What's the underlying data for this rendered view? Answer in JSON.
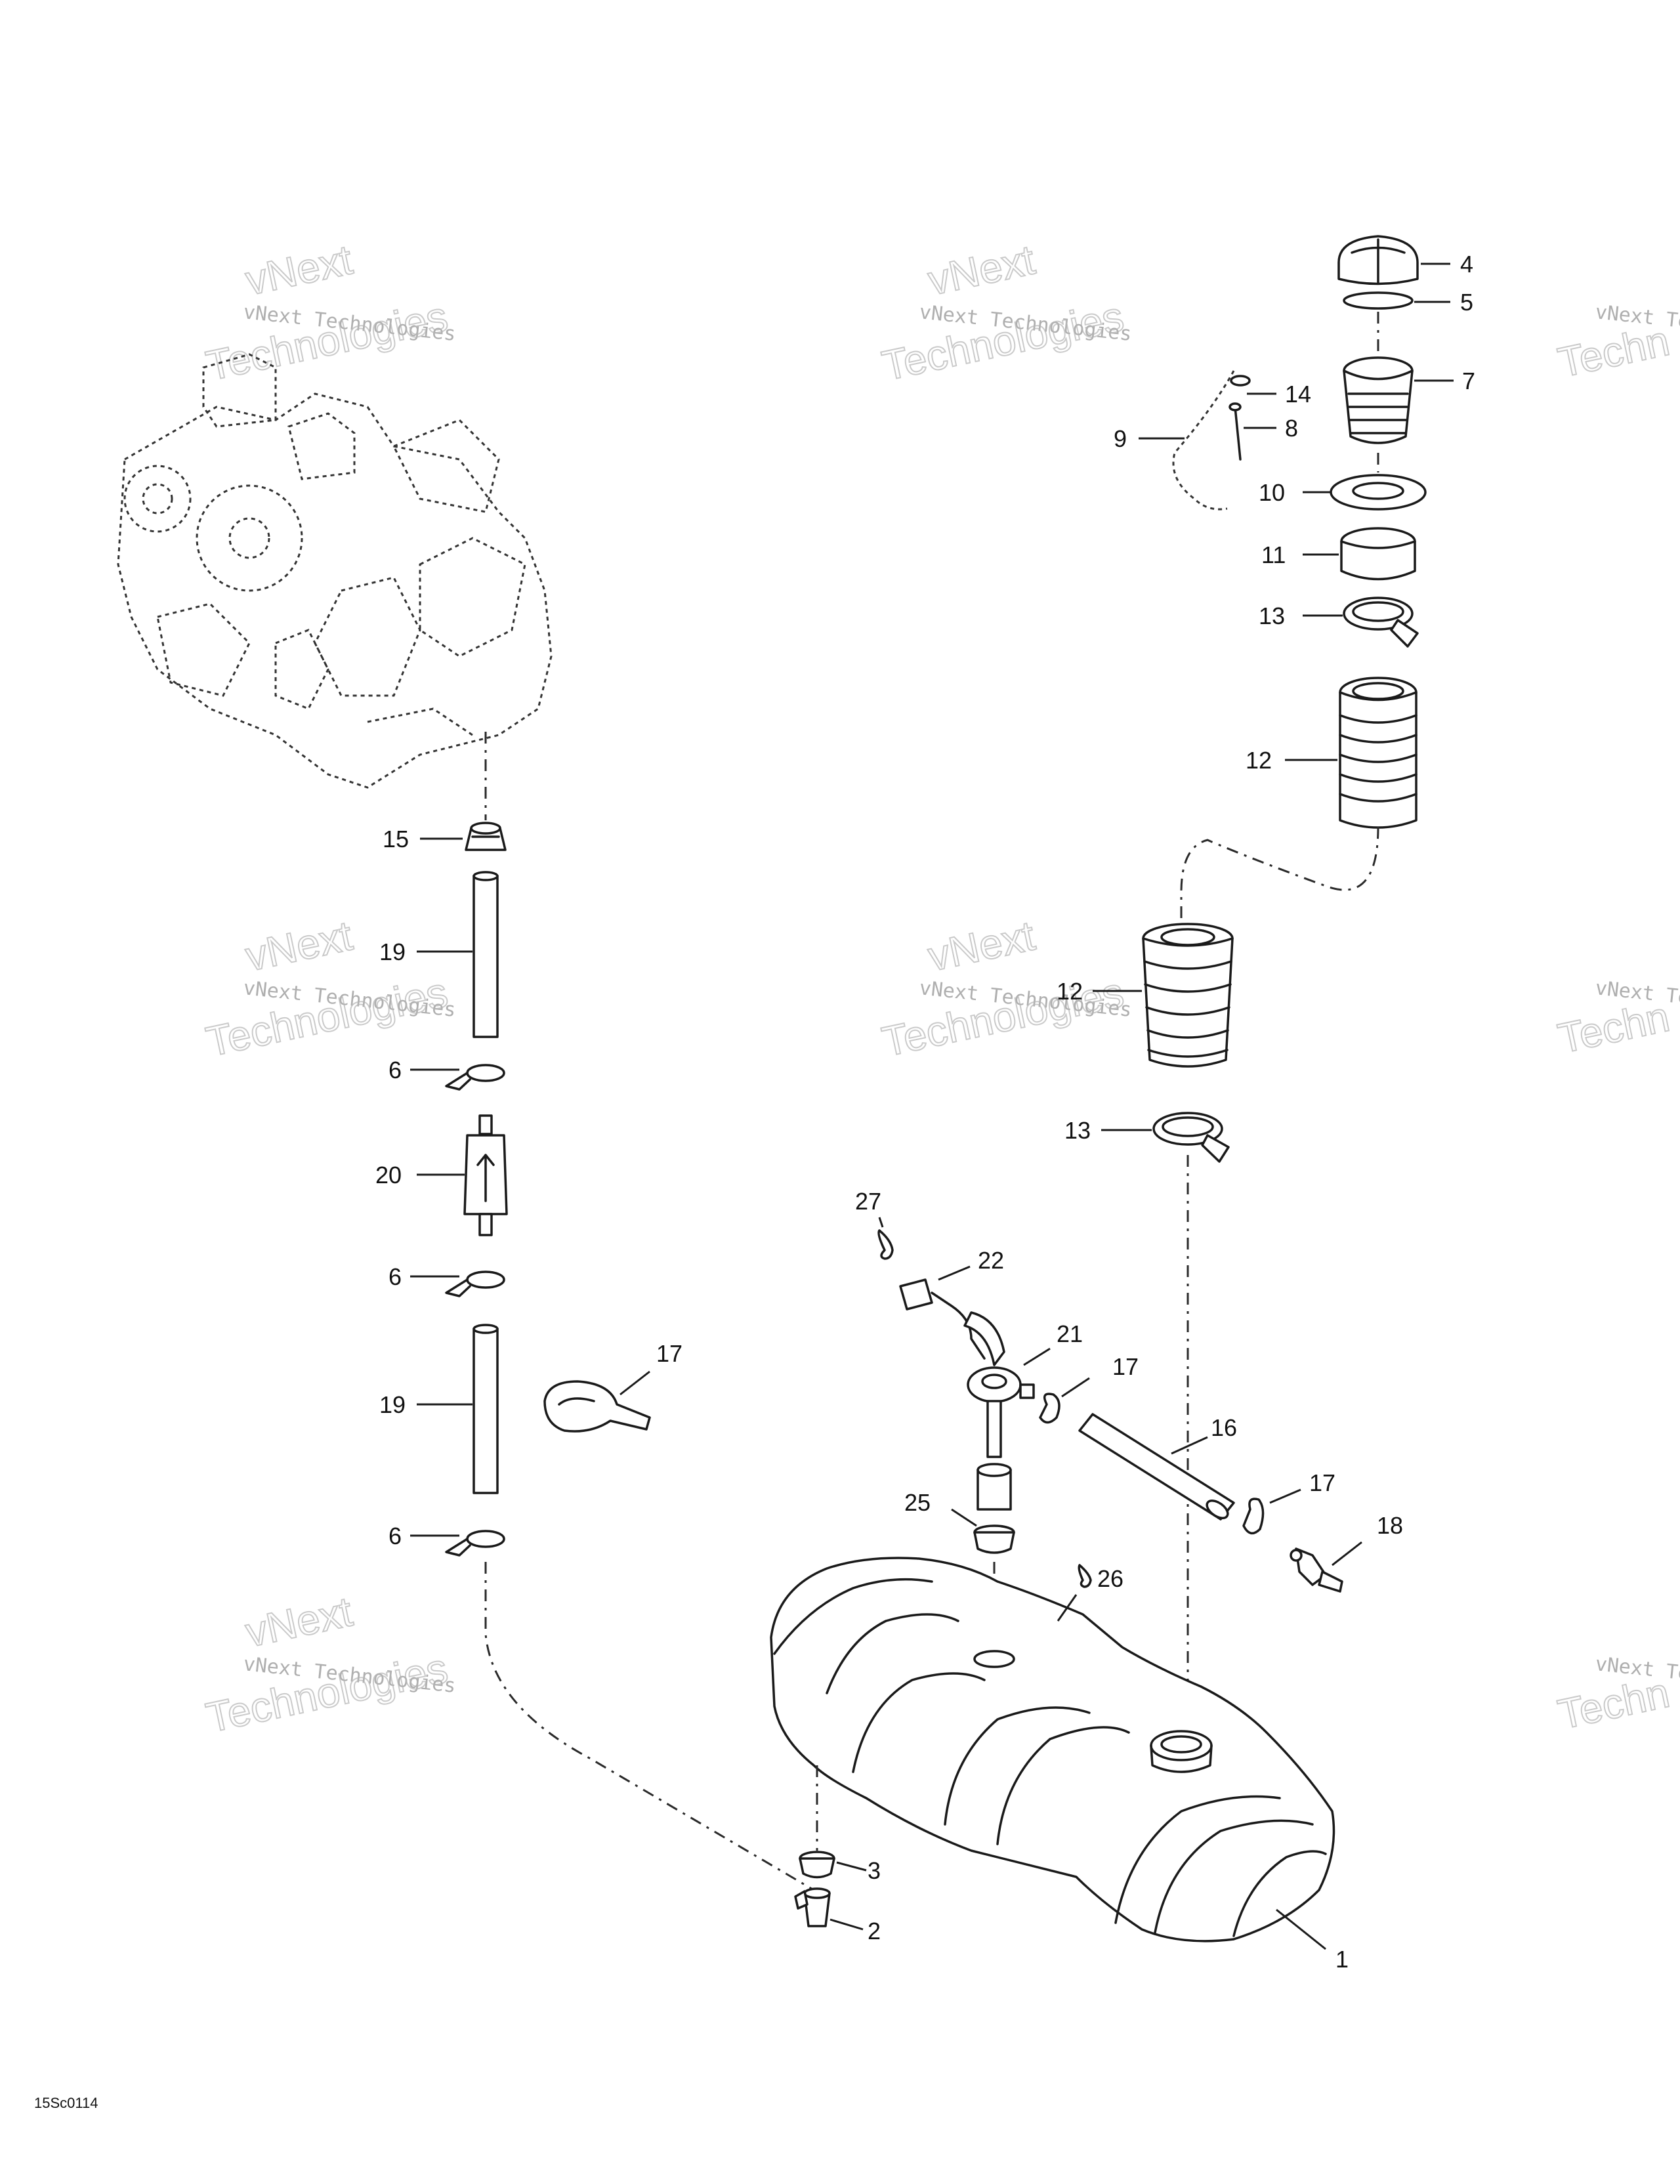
{
  "watermark": {
    "line1": "vNext",
    "line2": "vNext Technologies",
    "line3": "Technologies",
    "cut_line2": "vNext Te",
    "cut_line3": "Techn"
  },
  "figure_code": "15Sc0114",
  "callouts": {
    "c1": "1",
    "c2": "2",
    "c3": "3",
    "c4": "4",
    "c5": "5",
    "c6a": "6",
    "c6b": "6",
    "c6c": "6",
    "c7": "7",
    "c8": "8",
    "c9": "9",
    "c10": "10",
    "c11": "11",
    "c12a": "12",
    "c12b": "12",
    "c13a": "13",
    "c13b": "13",
    "c14": "14",
    "c15": "15",
    "c16": "16",
    "c17a": "17",
    "c17b": "17",
    "c17c": "17",
    "c18": "18",
    "c19a": "19",
    "c19b": "19",
    "c20": "20",
    "c21": "21",
    "c22": "22",
    "c25": "25",
    "c26": "26",
    "c27": "27"
  }
}
